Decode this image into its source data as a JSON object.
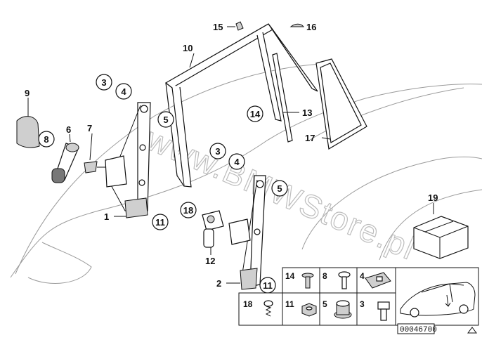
{
  "watermark": "www.BMWStore.pl",
  "diagram_code": "00046700",
  "labels": {
    "l1": "1",
    "l2": "2",
    "l3a": "3",
    "l3b": "3",
    "l4a": "4",
    "l4b": "4",
    "l5a": "5",
    "l5b": "5",
    "l6": "6",
    "l7": "7",
    "l8": "8",
    "l9": "9",
    "l10": "10",
    "l11a": "11",
    "l11b": "11",
    "l12": "12",
    "l13": "13",
    "l14": "14",
    "l15": "15",
    "l16": "16",
    "l17": "17",
    "l18": "18",
    "l19": "19"
  },
  "parts_table": {
    "row1": [
      "14",
      "8",
      "4",
      ""
    ],
    "row2": [
      "18",
      "11",
      "5",
      "3"
    ]
  }
}
